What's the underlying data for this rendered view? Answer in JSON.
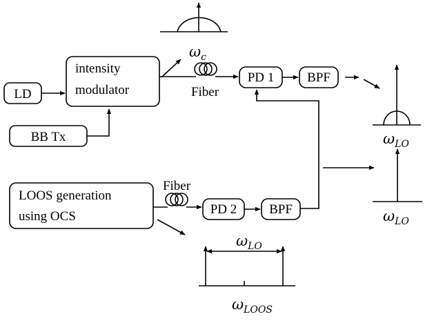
{
  "blocks": {
    "ld": "LD",
    "modulator_line1": "intensity",
    "modulator_line2": "modulator",
    "bbtx": "BB Tx",
    "loos_line1": "LOOS generation",
    "loos_line2": "using OCS",
    "pd1": "PD 1",
    "pd2": "PD 2",
    "bpf_top": "BPF",
    "bpf_bottom": "BPF"
  },
  "labels": {
    "fiber_top": "Fiber",
    "fiber_bottom": "Fiber"
  },
  "spectra": {
    "omega_symbol": "ω",
    "carrier_sub": "c",
    "lo_sub": "LO",
    "loos_sub": "LOOS"
  }
}
